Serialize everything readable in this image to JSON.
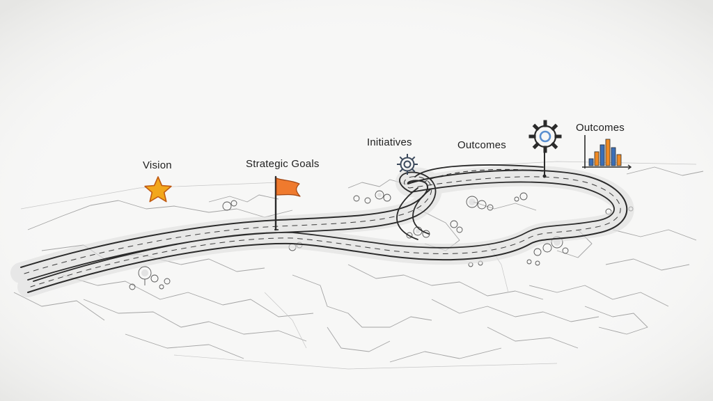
{
  "milestones": [
    {
      "label": "Vision",
      "icon": "star-icon"
    },
    {
      "label": "Strategic Goals",
      "icon": "flag-icon"
    },
    {
      "label": "Initiatives",
      "icon": "gear-icon"
    },
    {
      "label": "Outcomes",
      "icon": ""
    },
    {
      "label": "Outcomes",
      "icon": "bar-chart-icon"
    }
  ],
  "colors": {
    "star_fill": "#f2a71b",
    "star_outline": "#c05a12",
    "flag_fill": "#ef7a2e",
    "gear_stroke": "#3c4a5c",
    "gear_accent": "#5a8fd0",
    "chart_bars": [
      "#3b6fb8",
      "#f08a24",
      "#3b6fb8",
      "#f08a24",
      "#3b6fb8",
      "#f08a24"
    ],
    "sketch_ink": "#2a2a2a",
    "terrain_ink": "#9a9a9a"
  }
}
